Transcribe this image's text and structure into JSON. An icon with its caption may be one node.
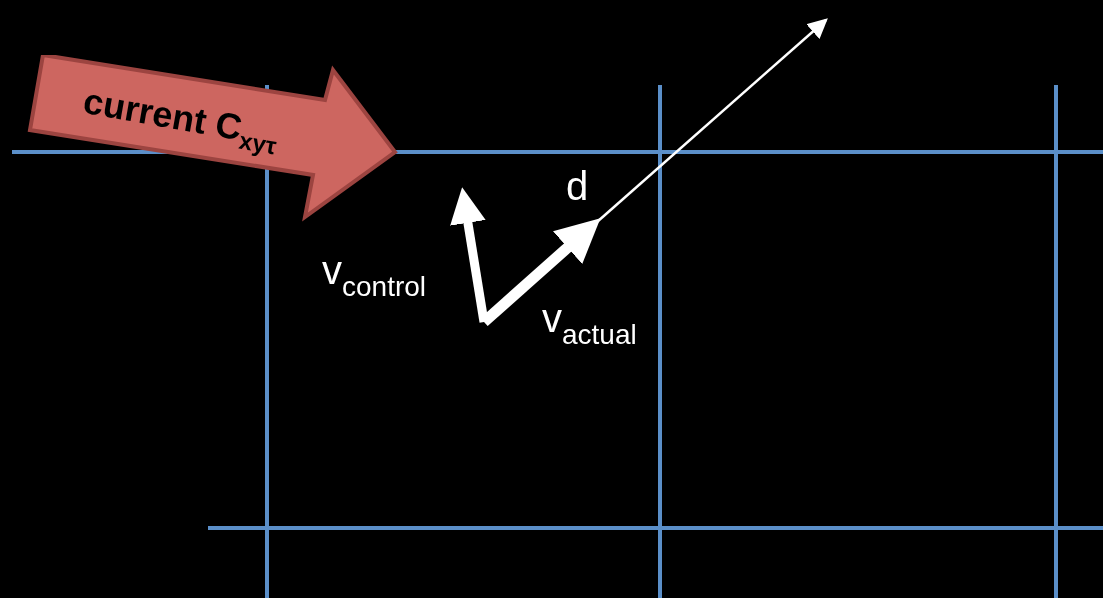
{
  "diagram": {
    "nodes": [
      {
        "text": [
          "current C$_{xyτ}$"
        ]
      }
    ],
    "labels": [
      "d",
      "v$_{control}$",
      "v$_{actual}$"
    ]
  }
}
